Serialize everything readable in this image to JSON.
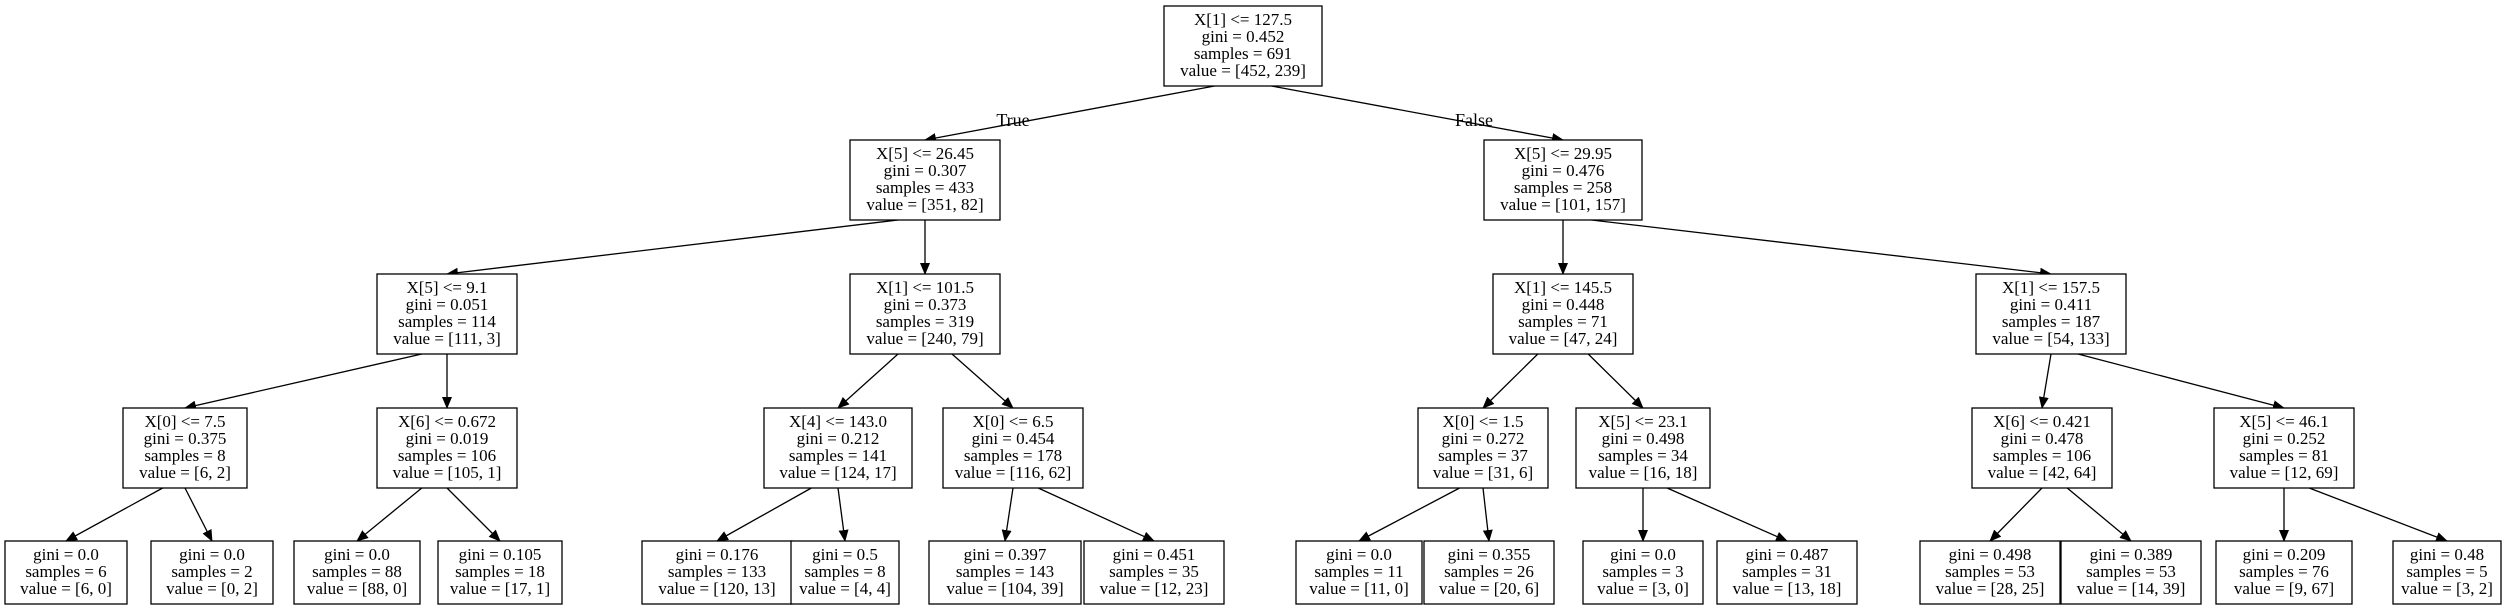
{
  "tree": {
    "root": {
      "id": "n0",
      "lines": [
        "X[1] <= 127.5",
        "gini = 0.452",
        "samples = 691",
        "value = [452, 239]"
      ],
      "children": [
        {
          "id": "n1",
          "lines": [
            "X[5] <= 26.45",
            "gini = 0.307",
            "samples = 433",
            "value = [351, 82]"
          ],
          "children": [
            {
              "id": "n2",
              "lines": [
                "X[5] <= 9.1",
                "gini = 0.051",
                "samples = 114",
                "value = [111, 3]"
              ],
              "children": [
                {
                  "id": "n3",
                  "lines": [
                    "X[0] <= 7.5",
                    "gini = 0.375",
                    "samples = 8",
                    "value = [6, 2]"
                  ],
                  "children": [
                    {
                      "id": "n4",
                      "lines": [
                        "gini = 0.0",
                        "samples = 6",
                        "value = [6, 0]"
                      ]
                    },
                    {
                      "id": "n5",
                      "lines": [
                        "gini = 0.0",
                        "samples = 2",
                        "value = [0, 2]"
                      ]
                    }
                  ]
                },
                {
                  "id": "n6",
                  "lines": [
                    "X[6] <= 0.672",
                    "gini = 0.019",
                    "samples = 106",
                    "value = [105, 1]"
                  ],
                  "children": [
                    {
                      "id": "n7",
                      "lines": [
                        "gini = 0.0",
                        "samples = 88",
                        "value = [88, 0]"
                      ]
                    },
                    {
                      "id": "n8",
                      "lines": [
                        "gini = 0.105",
                        "samples = 18",
                        "value = [17, 1]"
                      ]
                    }
                  ]
                }
              ]
            },
            {
              "id": "n9",
              "lines": [
                "X[1] <= 101.5",
                "gini = 0.373",
                "samples = 319",
                "value = [240, 79]"
              ],
              "children": [
                {
                  "id": "n10",
                  "lines": [
                    "X[4] <= 143.0",
                    "gini = 0.212",
                    "samples = 141",
                    "value = [124, 17]"
                  ],
                  "children": [
                    {
                      "id": "n11",
                      "lines": [
                        "gini = 0.176",
                        "samples = 133",
                        "value = [120, 13]"
                      ]
                    },
                    {
                      "id": "n12",
                      "lines": [
                        "gini = 0.5",
                        "samples = 8",
                        "value = [4, 4]"
                      ]
                    }
                  ]
                },
                {
                  "id": "n13",
                  "lines": [
                    "X[0] <= 6.5",
                    "gini = 0.454",
                    "samples = 178",
                    "value = [116, 62]"
                  ],
                  "children": [
                    {
                      "id": "n14",
                      "lines": [
                        "gini = 0.397",
                        "samples = 143",
                        "value = [104, 39]"
                      ]
                    },
                    {
                      "id": "n15",
                      "lines": [
                        "gini = 0.451",
                        "samples = 35",
                        "value = [12, 23]"
                      ]
                    }
                  ]
                }
              ]
            }
          ]
        },
        {
          "id": "n16",
          "lines": [
            "X[5] <= 29.95",
            "gini = 0.476",
            "samples = 258",
            "value = [101, 157]"
          ],
          "children": [
            {
              "id": "n17",
              "lines": [
                "X[1] <= 145.5",
                "gini = 0.448",
                "samples = 71",
                "value = [47, 24]"
              ],
              "children": [
                {
                  "id": "n18",
                  "lines": [
                    "X[0] <= 1.5",
                    "gini = 0.272",
                    "samples = 37",
                    "value = [31, 6]"
                  ],
                  "children": [
                    {
                      "id": "n19",
                      "lines": [
                        "gini = 0.0",
                        "samples = 11",
                        "value = [11, 0]"
                      ]
                    },
                    {
                      "id": "n20",
                      "lines": [
                        "gini = 0.355",
                        "samples = 26",
                        "value = [20, 6]"
                      ]
                    }
                  ]
                },
                {
                  "id": "n21",
                  "lines": [
                    "X[5] <= 23.1",
                    "gini = 0.498",
                    "samples = 34",
                    "value = [16, 18]"
                  ],
                  "children": [
                    {
                      "id": "n22",
                      "lines": [
                        "gini = 0.0",
                        "samples = 3",
                        "value = [3, 0]"
                      ]
                    },
                    {
                      "id": "n23",
                      "lines": [
                        "gini = 0.487",
                        "samples = 31",
                        "value = [13, 18]"
                      ]
                    }
                  ]
                }
              ]
            },
            {
              "id": "n24",
              "lines": [
                "X[1] <= 157.5",
                "gini = 0.411",
                "samples = 187",
                "value = [54, 133]"
              ],
              "children": [
                {
                  "id": "n25",
                  "lines": [
                    "X[6] <= 0.421",
                    "gini = 0.478",
                    "samples = 106",
                    "value = [42, 64]"
                  ],
                  "children": [
                    {
                      "id": "n26",
                      "lines": [
                        "gini = 0.498",
                        "samples = 53",
                        "value = [28, 25]"
                      ]
                    },
                    {
                      "id": "n27",
                      "lines": [
                        "gini = 0.389",
                        "samples = 53",
                        "value = [14, 39]"
                      ]
                    }
                  ]
                },
                {
                  "id": "n28",
                  "lines": [
                    "X[5] <= 46.1",
                    "gini = 0.252",
                    "samples = 81",
                    "value = [12, 69]"
                  ],
                  "children": [
                    {
                      "id": "n29",
                      "lines": [
                        "gini = 0.209",
                        "samples = 76",
                        "value = [9, 67]"
                      ]
                    },
                    {
                      "id": "n30",
                      "lines": [
                        "gini = 0.48",
                        "samples = 5",
                        "value = [3, 2]"
                      ]
                    }
                  ]
                }
              ]
            }
          ]
        }
      ]
    },
    "edge_labels": {
      "true_label": "True",
      "false_label": "False"
    }
  }
}
